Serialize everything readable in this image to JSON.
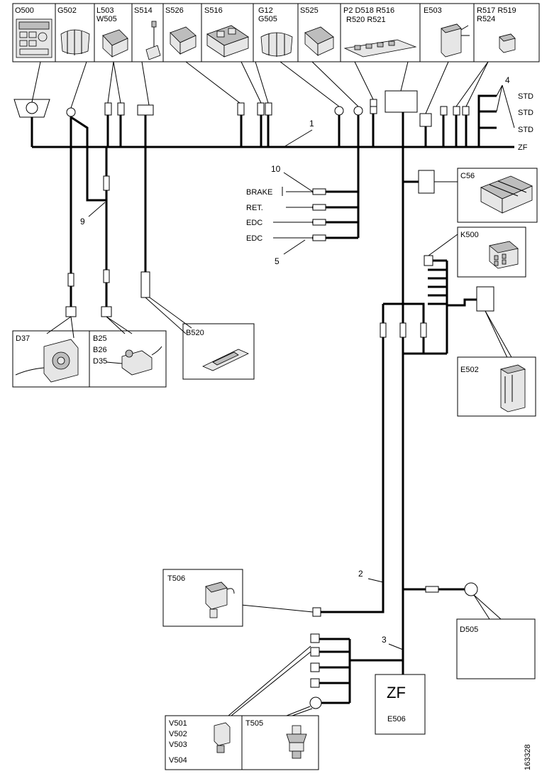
{
  "top_components": [
    {
      "id": "c0",
      "lines": [
        "O500"
      ]
    },
    {
      "id": "c1",
      "lines": [
        "G502"
      ]
    },
    {
      "id": "c2",
      "lines": [
        "L503",
        "W505"
      ]
    },
    {
      "id": "c3",
      "lines": [
        "S514"
      ]
    },
    {
      "id": "c4",
      "lines": [
        "S526"
      ]
    },
    {
      "id": "c5",
      "lines": [
        "S516"
      ]
    },
    {
      "id": "c6",
      "lines": [
        "G12",
        "G505"
      ]
    },
    {
      "id": "c7",
      "lines": [
        "S525"
      ]
    },
    {
      "id": "c8",
      "lines": [
        "P2 D518 R516",
        "R520 R521"
      ]
    },
    {
      "id": "c9",
      "lines": [
        "E503"
      ]
    },
    {
      "id": "c10",
      "lines": [
        "R517 R519",
        "R524"
      ]
    }
  ],
  "side_components": {
    "c56": "C56",
    "k500": "K500",
    "e502": "E502",
    "d37": "D37",
    "b25": [
      "B25",
      "B26",
      "D35"
    ],
    "b520": "B520",
    "t506": "T506",
    "d505": "D505",
    "zf_symbol": "ZF",
    "zf_code": "E506",
    "v501": [
      "V501",
      "V502",
      "V503",
      "V504"
    ],
    "t505": "T505"
  },
  "right_labels": [
    "STD",
    "STD",
    "STD",
    "ZF"
  ],
  "branch_labels": [
    "BRAKE",
    "RET.",
    "EDC",
    "EDC"
  ],
  "callouts": {
    "n1": "1",
    "n2": "2",
    "n3": "3",
    "n4": "4",
    "n5": "5",
    "n9": "9",
    "n10": "10"
  },
  "figure_code": "163328"
}
